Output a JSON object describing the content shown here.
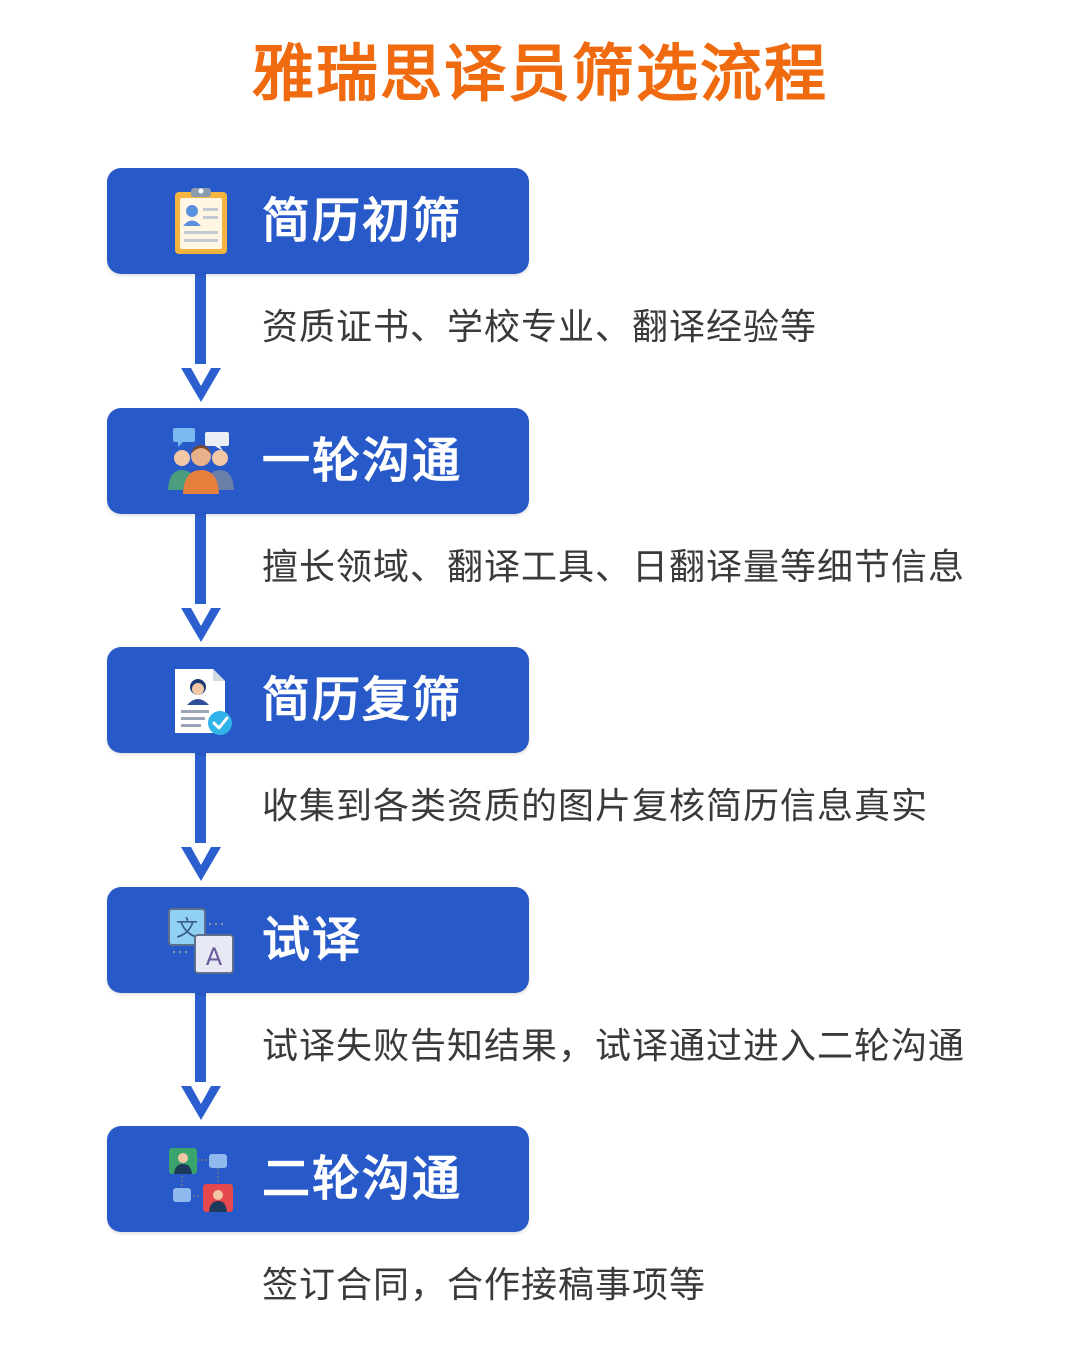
{
  "title": "雅瑞思译员筛选流程",
  "colors": {
    "title": "#f06a0f",
    "box": "#2759c9",
    "connector": "#2b5fd0",
    "description": "#3a3a3a"
  },
  "steps": [
    {
      "label": "简历初筛",
      "icon": "resume-clipboard-icon",
      "description": "资质证书、学校专业、翻译经验等"
    },
    {
      "label": "一轮沟通",
      "icon": "group-chat-icon",
      "description": "擅长领域、翻译工具、日翻译量等细节信息"
    },
    {
      "label": "简历复筛",
      "icon": "resume-check-icon",
      "description": "收集到各类资质的图片复核简历信息真实"
    },
    {
      "label": "试译",
      "icon": "translate-icon",
      "description": "试译失败告知结果，试译通过进入二轮沟通"
    },
    {
      "label": "二轮沟通",
      "icon": "video-chat-icon",
      "description": "签订合同，合作接稿事项等"
    }
  ]
}
